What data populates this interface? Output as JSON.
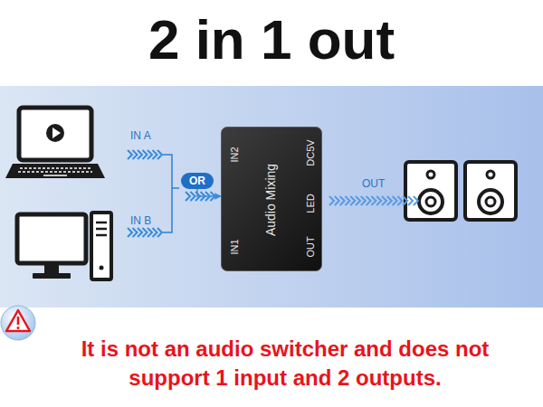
{
  "diagram": {
    "title": "2 in 1 out",
    "caption": "It is not an audio switcher and does not support 1 input and 2 outputs.",
    "nodes": [
      {
        "text": [
          "OR"
        ]
      },
      {
        "text": [
          "IN2",
          "Audio Mixing",
          "DC5V",
          "LED",
          "OUT",
          "IN1"
        ]
      }
    ],
    "edges": [
      {
        "from": 0,
        "to": 1,
        "arrow": "to"
      }
    ],
    "labels": [
      "IN A",
      "IN B",
      "OUT"
    ]
  }
}
